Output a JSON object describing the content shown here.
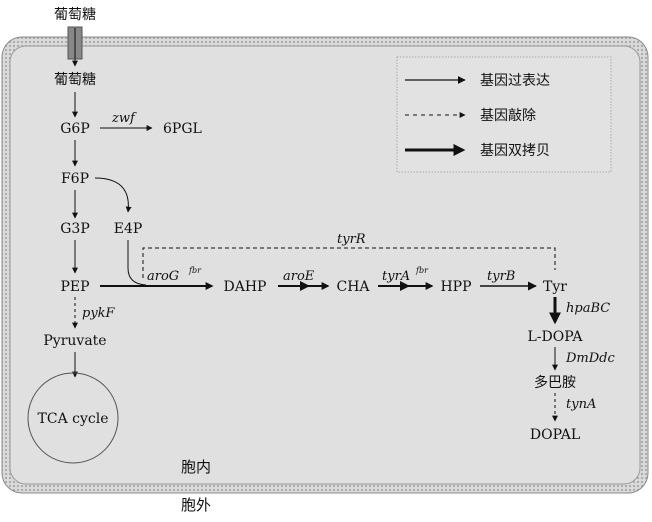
{
  "cell": {
    "inside_label": "胞内",
    "outside_label": "胞外",
    "membrane_fill": "#d9d9d9",
    "interior_fill": "#e0e0e0"
  },
  "legend": {
    "items": [
      {
        "style": "solid",
        "label": "基因过表达"
      },
      {
        "style": "dashed",
        "label": "基因敲除"
      },
      {
        "style": "bold",
        "label": "基因双拷贝"
      }
    ]
  },
  "nodes": {
    "glucose_out": "葡萄糖",
    "glucose_in": "葡萄糖",
    "g6p": "G6P",
    "pgl": "6PGL",
    "f6p": "F6P",
    "g3p": "G3P",
    "e4p": "E4P",
    "pep": "PEP",
    "dahp": "DAHP",
    "cha": "CHA",
    "hpp": "HPP",
    "tyr": "Tyr",
    "pyruvate": "Pyruvate",
    "tca": "TCA cycle",
    "ldopa": "L-DOPA",
    "dopamine": "多巴胺",
    "dopal": "DOPAL"
  },
  "genes": {
    "zwf": "zwf",
    "tyrR": "tyrR",
    "aroG": "aroG",
    "aroG_sup": "fbr",
    "aroE": "aroE",
    "tyrA": "tyrA",
    "tyrA_sup": "fbr",
    "tyrB": "tyrB",
    "pykF": "pykF",
    "hpaBC": "hpaBC",
    "DmDdc": "DmDdc",
    "tynA": "tynA"
  }
}
